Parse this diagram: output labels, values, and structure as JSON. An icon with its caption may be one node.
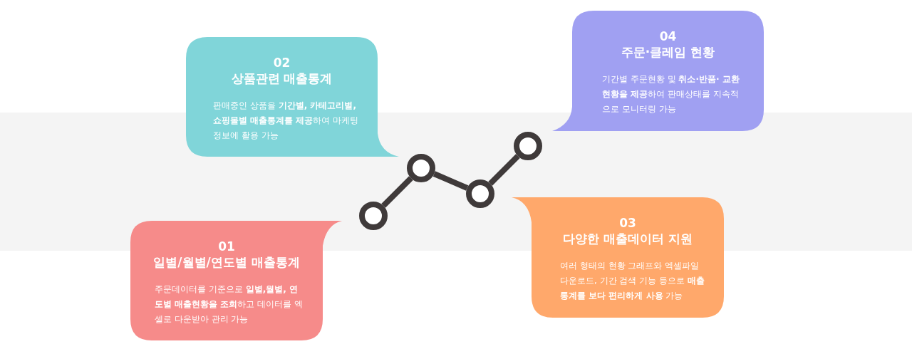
{
  "diagram": {
    "nodes": [
      {
        "text": [
          "01",
          "일별/월별/연도별 매출통계",
          "주문데이터를 기준으로 **일별,월별, 연도별 매출현황을 조회**하고 데이터를 엑셀로 다운받아 관리 가능"
        ]
      },
      {
        "text": [
          "02",
          "상품관련 매출통계",
          "판매중인 상품을 **기간별, 카테고리별, 쇼핑몰별 매출통계를 제공**하여 마케팅 정보에 활용 가능"
        ]
      },
      {
        "text": [
          "03",
          "다양한 매출데이터 지원",
          "여러 형태의 현황 그래프와 엑셀파일 다운로드, 기간 검색 기능 등으로 **매출통계를 보다 편리하게 사용** 가능"
        ]
      },
      {
        "text": [
          "04",
          "주문·클레임 현황",
          "기간별 주문현황 및 **취소·반품· 교환 현황을 제공**하여 판매상태를 지속적으로 모니터링 가능"
        ]
      },
      {
        "text": [],
        "shape": "circle"
      },
      {
        "text": [],
        "shape": "circle"
      },
      {
        "text": [],
        "shape": "circle"
      },
      {
        "text": [],
        "shape": "circle"
      }
    ],
    "edges": [
      {
        "from": 4,
        "to": 5,
        "arrow": "none"
      },
      {
        "from": 5,
        "to": 6,
        "arrow": "none"
      },
      {
        "from": 6,
        "to": 7,
        "arrow": "none"
      }
    ]
  }
}
